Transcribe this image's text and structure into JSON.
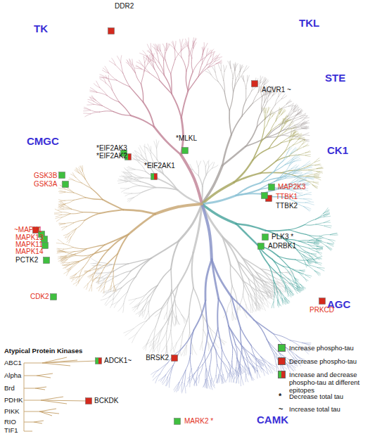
{
  "diagram": {
    "labels": [
      "TK",
      "TKL",
      "STE",
      "CK1",
      "AGC",
      "CAMK",
      "CMGC",
      "DDR2",
      "ACVR1 ~",
      "*MLKL",
      "*EIF2AK3",
      "*EIF2AK2",
      "*EIF2AK1",
      "MAP2K3",
      "TTBK1",
      "TTBK2",
      "PLK3 *",
      "ADRBK1",
      "PRKCD",
      "BRSK2",
      "MARK2 *",
      "GSK3B",
      "GSK3A",
      "~MAPK1",
      "MAPK13",
      "MAPK11",
      "MAPK14",
      "PCTK2",
      "CDK2",
      "Atypical Protein Kinases",
      "ABC1",
      "Alpha",
      "Brd",
      "PDHK",
      "PIKK",
      "RIO",
      "TIF1",
      "ADCK1~",
      "BCKDK",
      "*",
      "~"
    ],
    "legend": [
      {
        "text": "Increase phospho-tau",
        "color": "#3fbf3f"
      },
      {
        "text": "Decrease phospho-tau",
        "color": "#d42a1e"
      },
      {
        "text": "Increase and decrease phospho-tau at different epitopes"
      },
      {
        "text": "Decrease total tau"
      },
      {
        "text": "Increase total tau"
      }
    ]
  }
}
